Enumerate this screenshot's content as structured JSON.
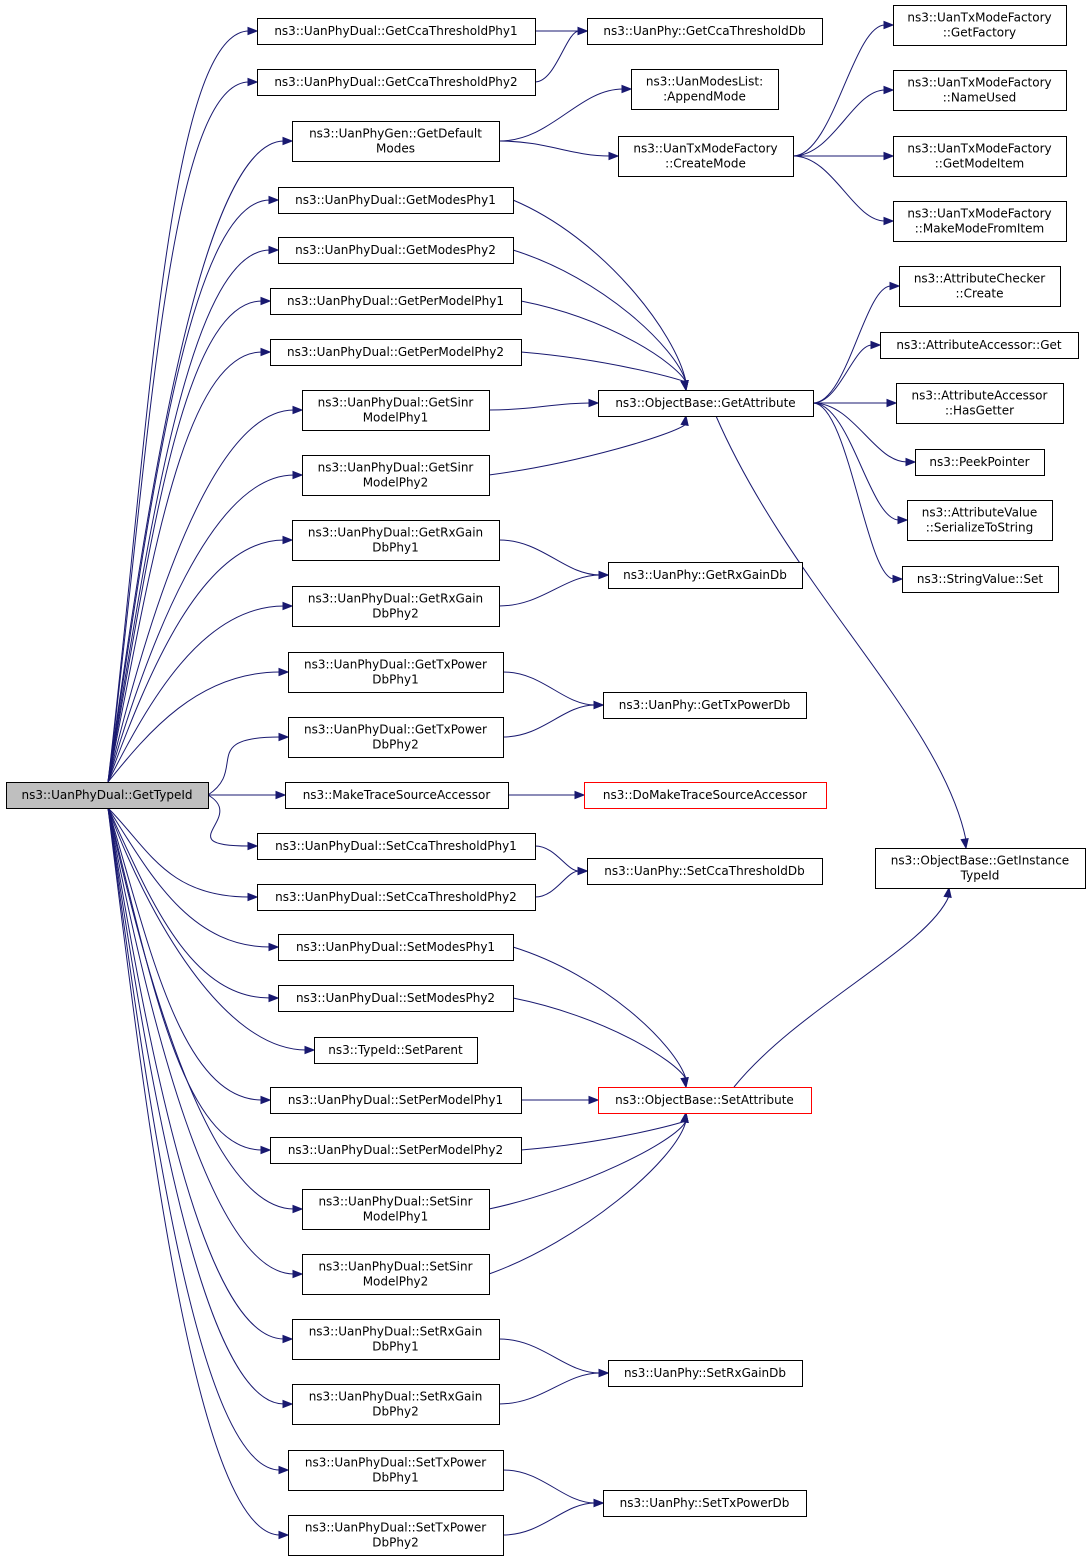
{
  "nodes": [
    {
      "id": "root",
      "lines": [
        "ns3::UanPhyDual::GetTypeId"
      ],
      "style": "root"
    },
    {
      "id": "gcc1",
      "lines": [
        "ns3::UanPhyDual::GetCcaThresholdPhy1"
      ]
    },
    {
      "id": "gcc2",
      "lines": [
        "ns3::UanPhyDual::GetCcaThresholdPhy2"
      ]
    },
    {
      "id": "gdm",
      "lines": [
        "ns3::UanPhyGen::GetDefault",
        "Modes"
      ]
    },
    {
      "id": "gmp1",
      "lines": [
        "ns3::UanPhyDual::GetModesPhy1"
      ]
    },
    {
      "id": "gmp2",
      "lines": [
        "ns3::UanPhyDual::GetModesPhy2"
      ]
    },
    {
      "id": "gpm1",
      "lines": [
        "ns3::UanPhyDual::GetPerModelPhy1"
      ]
    },
    {
      "id": "gpm2",
      "lines": [
        "ns3::UanPhyDual::GetPerModelPhy2"
      ]
    },
    {
      "id": "gsm1",
      "lines": [
        "ns3::UanPhyDual::GetSinr",
        "ModelPhy1"
      ]
    },
    {
      "id": "gsm2",
      "lines": [
        "ns3::UanPhyDual::GetSinr",
        "ModelPhy2"
      ]
    },
    {
      "id": "grg1",
      "lines": [
        "ns3::UanPhyDual::GetRxGain",
        "DbPhy1"
      ]
    },
    {
      "id": "grg2",
      "lines": [
        "ns3::UanPhyDual::GetRxGain",
        "DbPhy2"
      ]
    },
    {
      "id": "gtp1",
      "lines": [
        "ns3::UanPhyDual::GetTxPower",
        "DbPhy1"
      ]
    },
    {
      "id": "gtp2",
      "lines": [
        "ns3::UanPhyDual::GetTxPower",
        "DbPhy2"
      ]
    },
    {
      "id": "mtsa",
      "lines": [
        "ns3::MakeTraceSourceAccessor"
      ]
    },
    {
      "id": "scc1",
      "lines": [
        "ns3::UanPhyDual::SetCcaThresholdPhy1"
      ]
    },
    {
      "id": "scc2",
      "lines": [
        "ns3::UanPhyDual::SetCcaThresholdPhy2"
      ]
    },
    {
      "id": "smp1",
      "lines": [
        "ns3::UanPhyDual::SetModesPhy1"
      ]
    },
    {
      "id": "smp2",
      "lines": [
        "ns3::UanPhyDual::SetModesPhy2"
      ]
    },
    {
      "id": "tsp",
      "lines": [
        "ns3::TypeId::SetParent"
      ]
    },
    {
      "id": "spm1",
      "lines": [
        "ns3::UanPhyDual::SetPerModelPhy1"
      ]
    },
    {
      "id": "spm2",
      "lines": [
        "ns3::UanPhyDual::SetPerModelPhy2"
      ]
    },
    {
      "id": "ssm1",
      "lines": [
        "ns3::UanPhyDual::SetSinr",
        "ModelPhy1"
      ]
    },
    {
      "id": "ssm2",
      "lines": [
        "ns3::UanPhyDual::SetSinr",
        "ModelPhy2"
      ]
    },
    {
      "id": "srg1",
      "lines": [
        "ns3::UanPhyDual::SetRxGain",
        "DbPhy1"
      ]
    },
    {
      "id": "srg2",
      "lines": [
        "ns3::UanPhyDual::SetRxGain",
        "DbPhy2"
      ]
    },
    {
      "id": "stp1",
      "lines": [
        "ns3::UanPhyDual::SetTxPower",
        "DbPhy1"
      ]
    },
    {
      "id": "stp2",
      "lines": [
        "ns3::UanPhyDual::SetTxPower",
        "DbPhy2"
      ]
    },
    {
      "id": "ugcc",
      "lines": [
        "ns3::UanPhy::GetCcaThresholdDb"
      ]
    },
    {
      "id": "ual",
      "lines": [
        "ns3::UanModesList:",
        ":AppendMode"
      ]
    },
    {
      "id": "cm",
      "lines": [
        "ns3::UanTxModeFactory",
        "::CreateMode"
      ]
    },
    {
      "id": "obga",
      "lines": [
        "ns3::ObjectBase::GetAttribute"
      ]
    },
    {
      "id": "urg",
      "lines": [
        "ns3::UanPhy::GetRxGainDb"
      ]
    },
    {
      "id": "utp",
      "lines": [
        "ns3::UanPhy::GetTxPowerDb"
      ]
    },
    {
      "id": "dmtsa",
      "lines": [
        "ns3::DoMakeTraceSourceAccessor"
      ],
      "style": "red"
    },
    {
      "id": "uscc",
      "lines": [
        "ns3::UanPhy::SetCcaThresholdDb"
      ]
    },
    {
      "id": "obsa",
      "lines": [
        "ns3::ObjectBase::SetAttribute"
      ],
      "style": "red"
    },
    {
      "id": "usrg",
      "lines": [
        "ns3::UanPhy::SetRxGainDb"
      ]
    },
    {
      "id": "ustp",
      "lines": [
        "ns3::UanPhy::SetTxPowerDb"
      ]
    },
    {
      "id": "gf",
      "lines": [
        "ns3::UanTxModeFactory",
        "::GetFactory"
      ]
    },
    {
      "id": "nu",
      "lines": [
        "ns3::UanTxModeFactory",
        "::NameUsed"
      ]
    },
    {
      "id": "gmi",
      "lines": [
        "ns3::UanTxModeFactory",
        "::GetModeItem"
      ]
    },
    {
      "id": "mmfi",
      "lines": [
        "ns3::UanTxModeFactory",
        "::MakeModeFromItem"
      ]
    },
    {
      "id": "acc",
      "lines": [
        "ns3::AttributeChecker",
        "::Create"
      ]
    },
    {
      "id": "aag",
      "lines": [
        "ns3::AttributeAccessor::Get"
      ]
    },
    {
      "id": "aahg",
      "lines": [
        "ns3::AttributeAccessor",
        "::HasGetter"
      ]
    },
    {
      "id": "pp",
      "lines": [
        "ns3::PeekPointer"
      ]
    },
    {
      "id": "avs",
      "lines": [
        "ns3::AttributeValue",
        "::SerializeToString"
      ]
    },
    {
      "id": "svs",
      "lines": [
        "ns3::StringValue::Set"
      ]
    },
    {
      "id": "obgit",
      "lines": [
        "ns3::ObjectBase::GetInstance",
        "TypeId"
      ]
    }
  ],
  "edges": [
    [
      "root",
      "gcc1"
    ],
    [
      "root",
      "gcc2"
    ],
    [
      "root",
      "gdm"
    ],
    [
      "root",
      "gmp1"
    ],
    [
      "root",
      "gmp2"
    ],
    [
      "root",
      "gpm1"
    ],
    [
      "root",
      "gpm2"
    ],
    [
      "root",
      "gsm1"
    ],
    [
      "root",
      "gsm2"
    ],
    [
      "root",
      "grg1"
    ],
    [
      "root",
      "grg2"
    ],
    [
      "root",
      "gtp1"
    ],
    [
      "root",
      "gtp2"
    ],
    [
      "root",
      "mtsa"
    ],
    [
      "root",
      "scc1"
    ],
    [
      "root",
      "scc2"
    ],
    [
      "root",
      "smp1"
    ],
    [
      "root",
      "smp2"
    ],
    [
      "root",
      "tsp"
    ],
    [
      "root",
      "spm1"
    ],
    [
      "root",
      "spm2"
    ],
    [
      "root",
      "ssm1"
    ],
    [
      "root",
      "ssm2"
    ],
    [
      "root",
      "srg1"
    ],
    [
      "root",
      "srg2"
    ],
    [
      "root",
      "stp1"
    ],
    [
      "root",
      "stp2"
    ],
    [
      "gcc1",
      "ugcc"
    ],
    [
      "gcc2",
      "ugcc"
    ],
    [
      "gdm",
      "ual"
    ],
    [
      "gdm",
      "cm"
    ],
    [
      "cm",
      "gf"
    ],
    [
      "cm",
      "nu"
    ],
    [
      "cm",
      "gmi"
    ],
    [
      "cm",
      "mmfi"
    ],
    [
      "gmp1",
      "obga"
    ],
    [
      "gmp2",
      "obga"
    ],
    [
      "gpm1",
      "obga"
    ],
    [
      "gpm2",
      "obga"
    ],
    [
      "gsm1",
      "obga"
    ],
    [
      "gsm2",
      "obga"
    ],
    [
      "grg1",
      "urg"
    ],
    [
      "grg2",
      "urg"
    ],
    [
      "gtp1",
      "utp"
    ],
    [
      "gtp2",
      "utp"
    ],
    [
      "mtsa",
      "dmtsa"
    ],
    [
      "scc1",
      "uscc"
    ],
    [
      "scc2",
      "uscc"
    ],
    [
      "smp1",
      "obsa"
    ],
    [
      "smp2",
      "obsa"
    ],
    [
      "spm1",
      "obsa"
    ],
    [
      "spm2",
      "obsa"
    ],
    [
      "ssm1",
      "obsa"
    ],
    [
      "ssm2",
      "obsa"
    ],
    [
      "srg1",
      "usrg"
    ],
    [
      "srg2",
      "usrg"
    ],
    [
      "stp1",
      "ustp"
    ],
    [
      "stp2",
      "ustp"
    ],
    [
      "obga",
      "acc"
    ],
    [
      "obga",
      "aag"
    ],
    [
      "obga",
      "aahg"
    ],
    [
      "obga",
      "pp"
    ],
    [
      "obga",
      "avs"
    ],
    [
      "obga",
      "svs"
    ],
    [
      "obga",
      "obgit"
    ],
    [
      "obsa",
      "obgit"
    ]
  ]
}
